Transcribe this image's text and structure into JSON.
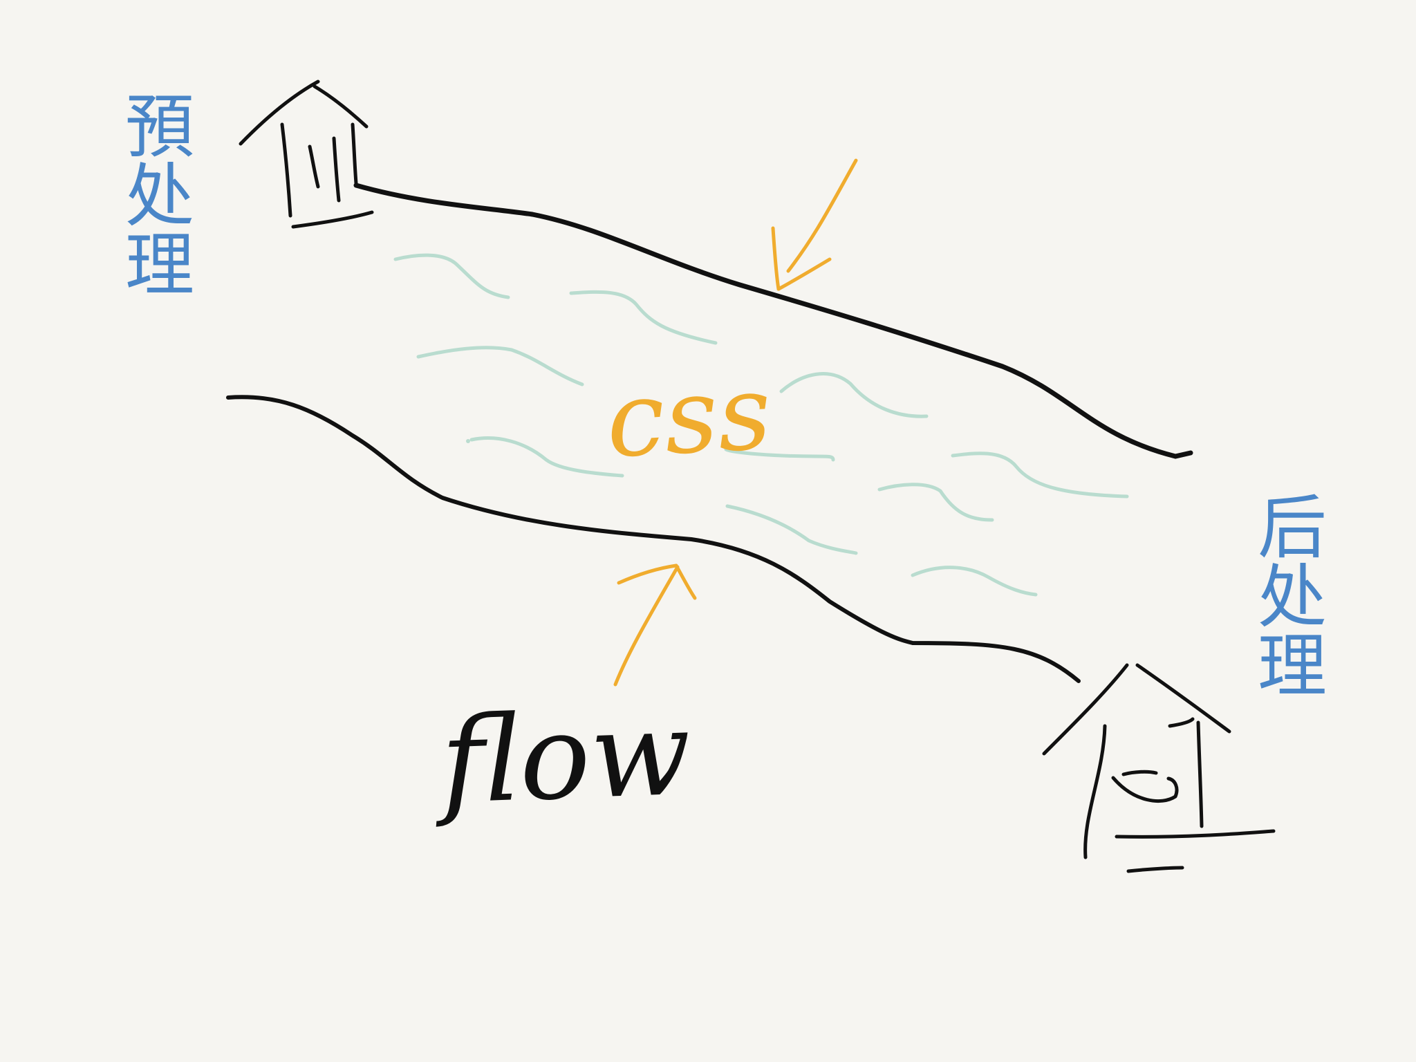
{
  "colors": {
    "background": "#f6f5f1",
    "ink": "#111111",
    "label_blue": "#4a86c8",
    "accent_orange": "#f0ac2e",
    "water_mint": "#b9dccf"
  },
  "labels": {
    "pre_processing": "預处理",
    "post_processing": "后处理",
    "river_content": "css",
    "flow": "flow"
  },
  "icons": {
    "source_house": "house-icon",
    "destination_house": "house-icon",
    "arrows": "arrow-icon"
  }
}
